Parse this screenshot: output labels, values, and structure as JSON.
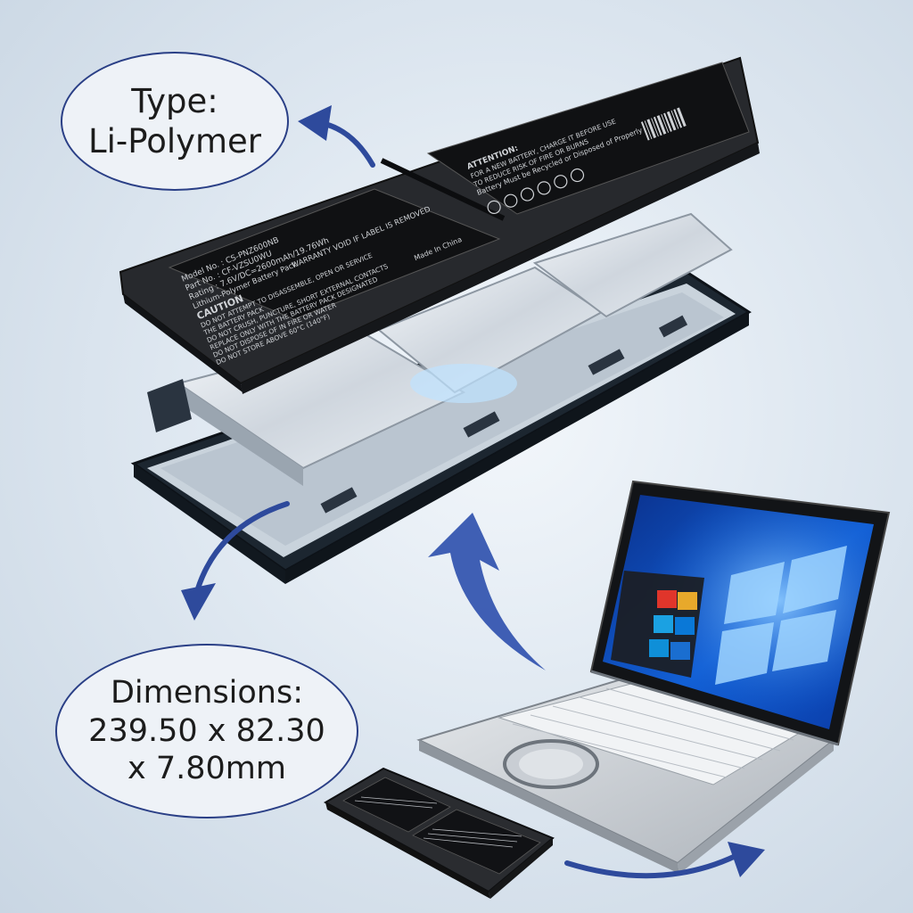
{
  "callouts": {
    "type": {
      "line1": "Type:",
      "line2": "Li-Polymer"
    },
    "dimensions": {
      "line1": "Dimensions:",
      "line2": "239.50 x 82.30",
      "line3": "x 7.80mm"
    }
  },
  "battery_label": {
    "model": "Model No. : CS-PNZ600NB",
    "part": "Part No. : CF-VZSU0WU",
    "rating": "Rating : 7.6V/DC=2600mAh/19.76Wh",
    "chemistry": "Lithium-Polymer Battery Pack",
    "warranty": "WARRANTY VOID IF LABEL IS REMOVED",
    "caution": "CAUTION",
    "caution_lines": [
      "DO NOT ATTEMPT TO DISASSEMBLE, OPEN OR SERVICE",
      "THE BATTERY PACK",
      "DO NOT CRUSH, PUNCTURE, SHORT EXTERNAL CONTACTS",
      "REPLACE ONLY WITH THE BATTERY PACK DESIGNATED",
      "DO NOT DISPOSE OF IN FIRE OR WATER",
      "DO NOT STORE ABOVE 60°C (140°F)"
    ],
    "origin": "Made In China"
  },
  "attention_label": {
    "title": "ATTENTION:",
    "lines": [
      "FOR A NEW BATTERY, CHARGE IT BEFORE USE",
      "TO REDUCE RISK OF FIRE OR BURNS",
      "Battery Must be Recycled or Disposed of Properly"
    ]
  },
  "colors": {
    "accent_blue": "#2a3f86",
    "bubble_fill": "#eef2f7",
    "battery_dark": "#2b2d31",
    "cell_silver": "#d4dbe3",
    "win_blue": "#0b4fb8"
  },
  "icons": [
    "arrow-up-left-icon",
    "arrow-down-left-icon",
    "arrow-up-icon",
    "arrow-right-icon"
  ]
}
